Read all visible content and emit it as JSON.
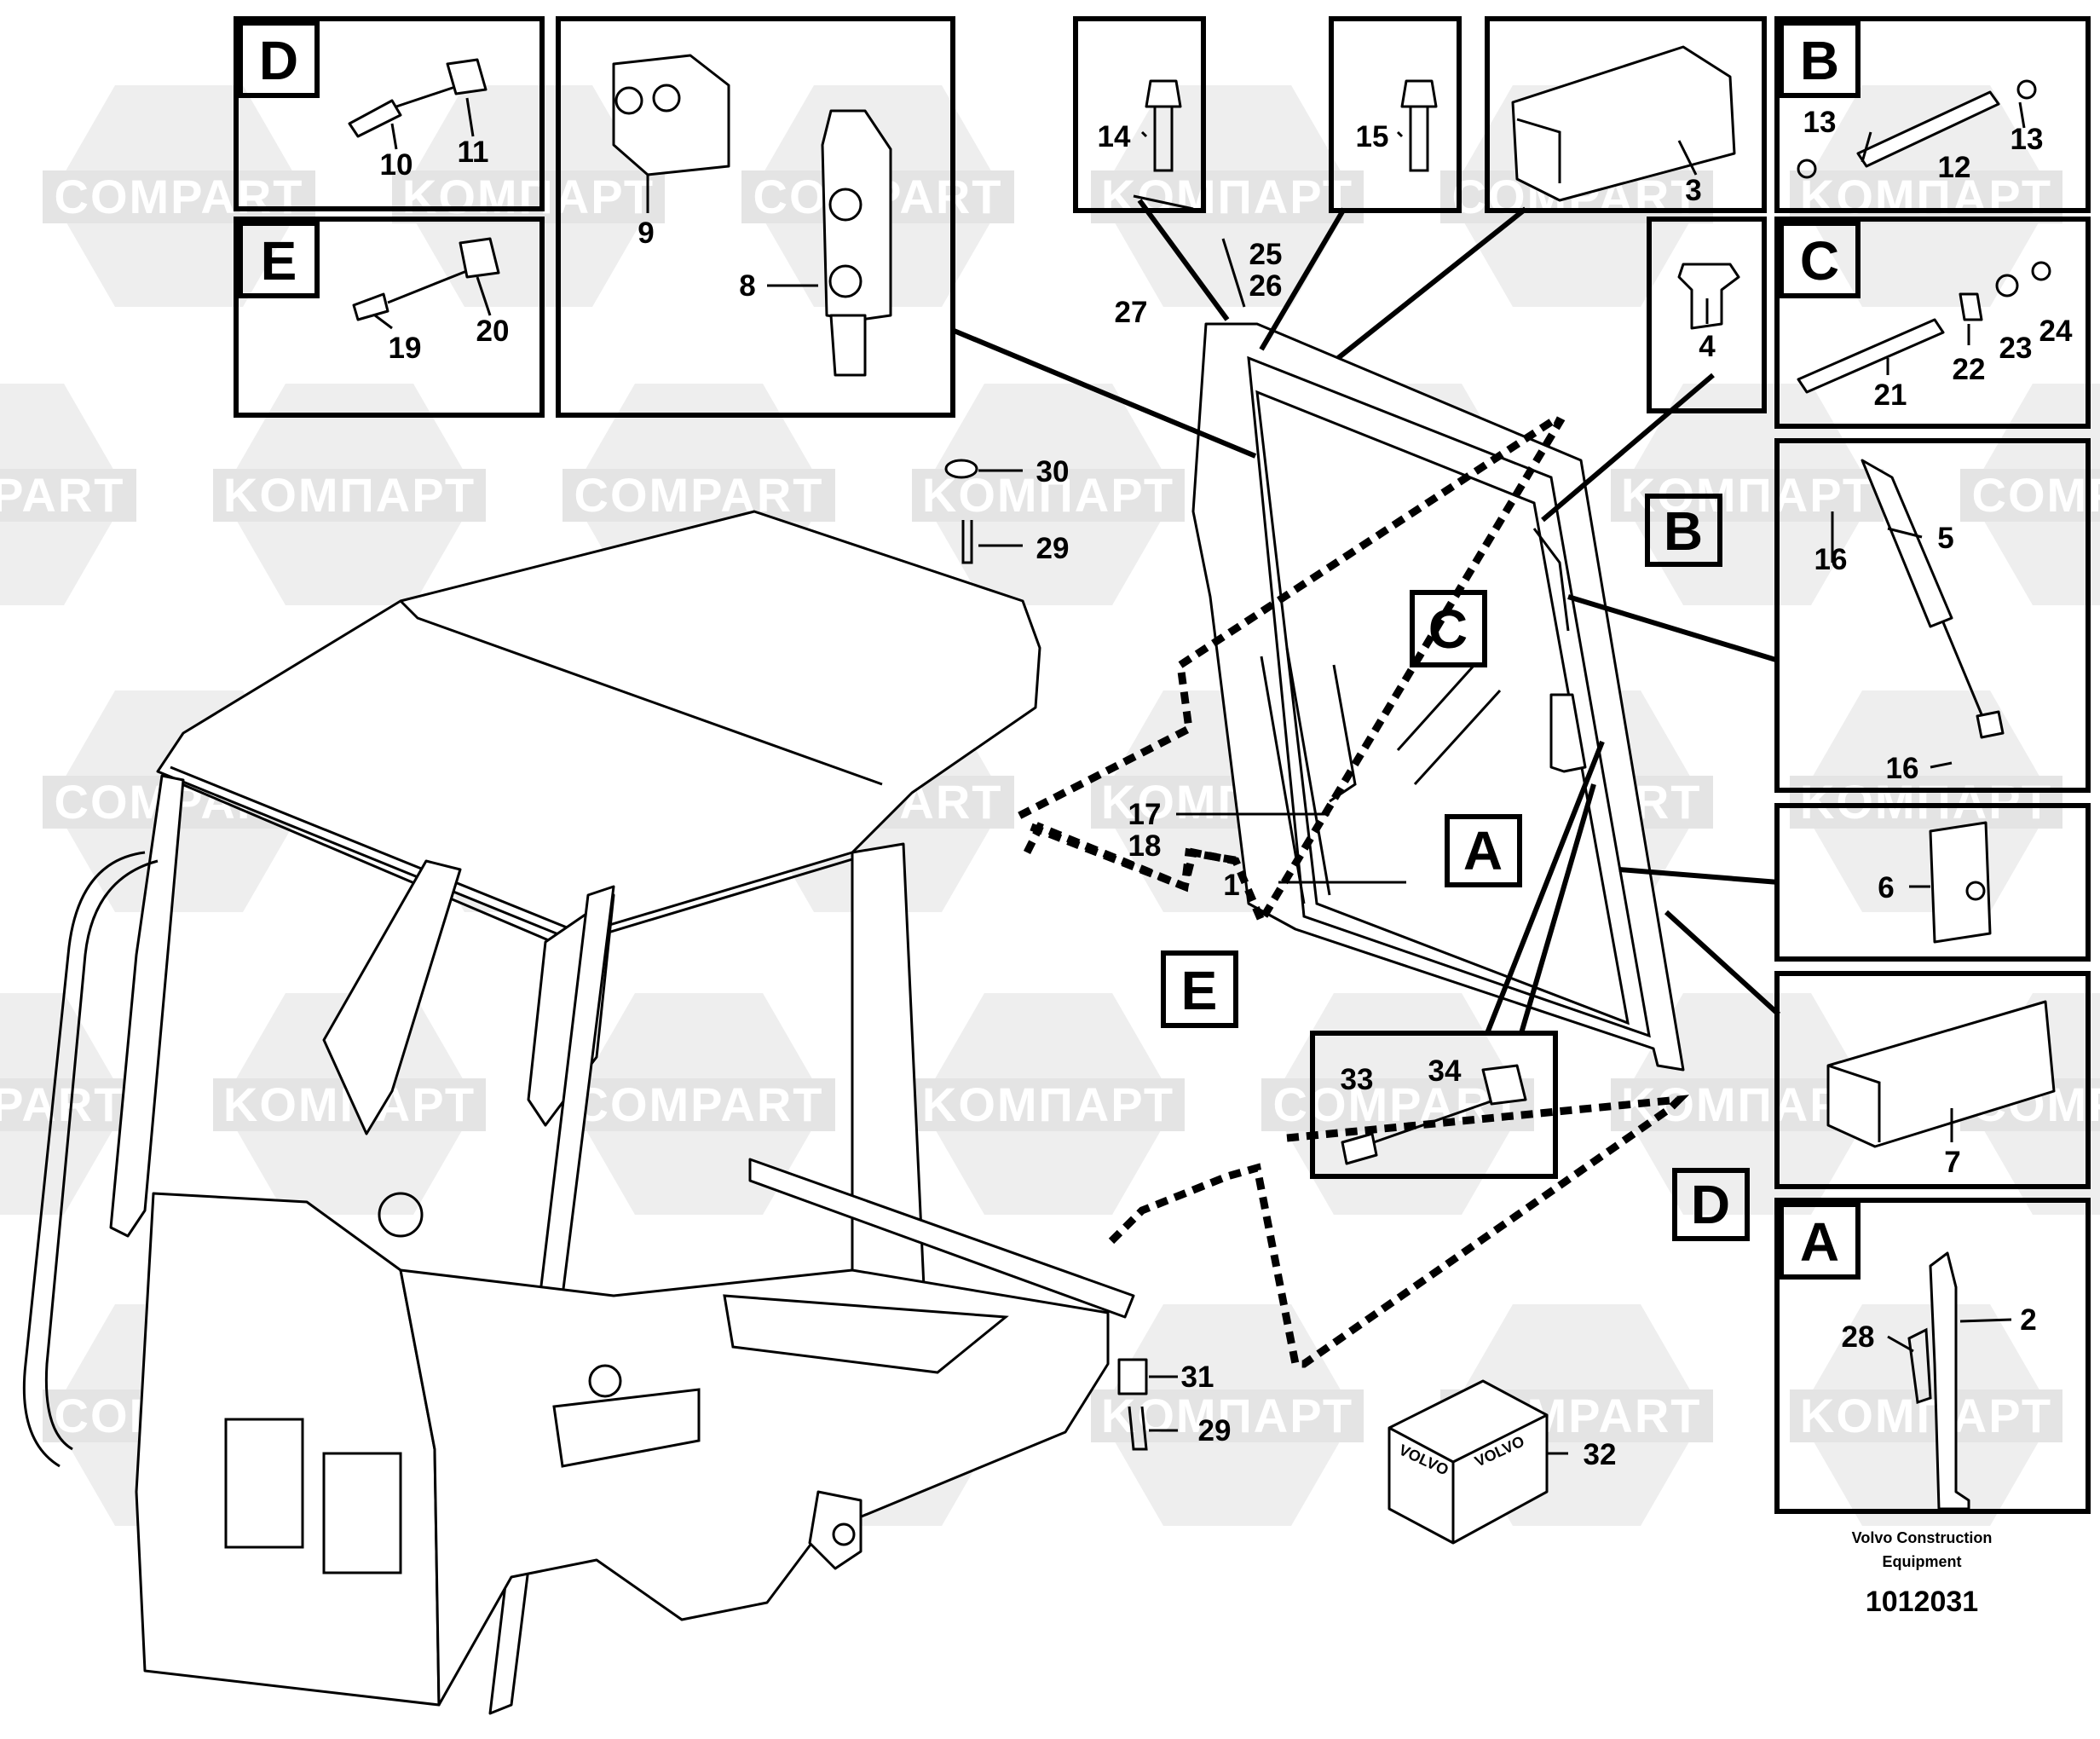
{
  "diagram": {
    "labels": {
      "p1": "1",
      "p2": "2",
      "p3": "3",
      "p4": "4",
      "p5": "5",
      "p6": "6",
      "p7": "7",
      "p8": "8",
      "p9": "9",
      "p10": "10",
      "p11": "11",
      "p12": "12",
      "p13a": "13",
      "p13b": "13",
      "p14": "14",
      "p15": "15",
      "p16a": "16",
      "p16b": "16",
      "p17": "17",
      "p18": "18",
      "p19": "19",
      "p20": "20",
      "p21": "21",
      "p22": "22",
      "p23": "23",
      "p24": "24",
      "p25": "25",
      "p26": "26",
      "p27": "27",
      "p28": "28",
      "p29a": "29",
      "p29b": "29",
      "p30": "30",
      "p31": "31",
      "p32": "32",
      "p33": "33",
      "p34": "34"
    },
    "callouts": {
      "d_box": "D",
      "e_box": "E",
      "b_box": "B",
      "c_box": "C",
      "a_box": "A",
      "b_main": "B",
      "c_main": "C",
      "a_main": "A",
      "e_main": "E",
      "d_main": "D"
    },
    "box_brand_text": "VOLVO",
    "footer": {
      "company_line1": "Volvo Construction",
      "company_line2": "Equipment",
      "drawing_number": "1012031"
    },
    "watermarks": [
      "KOMПАРТ",
      "COMPART"
    ]
  },
  "colors": {
    "line": "#000000",
    "background": "#ffffff",
    "watermark": "#eeeeee"
  }
}
